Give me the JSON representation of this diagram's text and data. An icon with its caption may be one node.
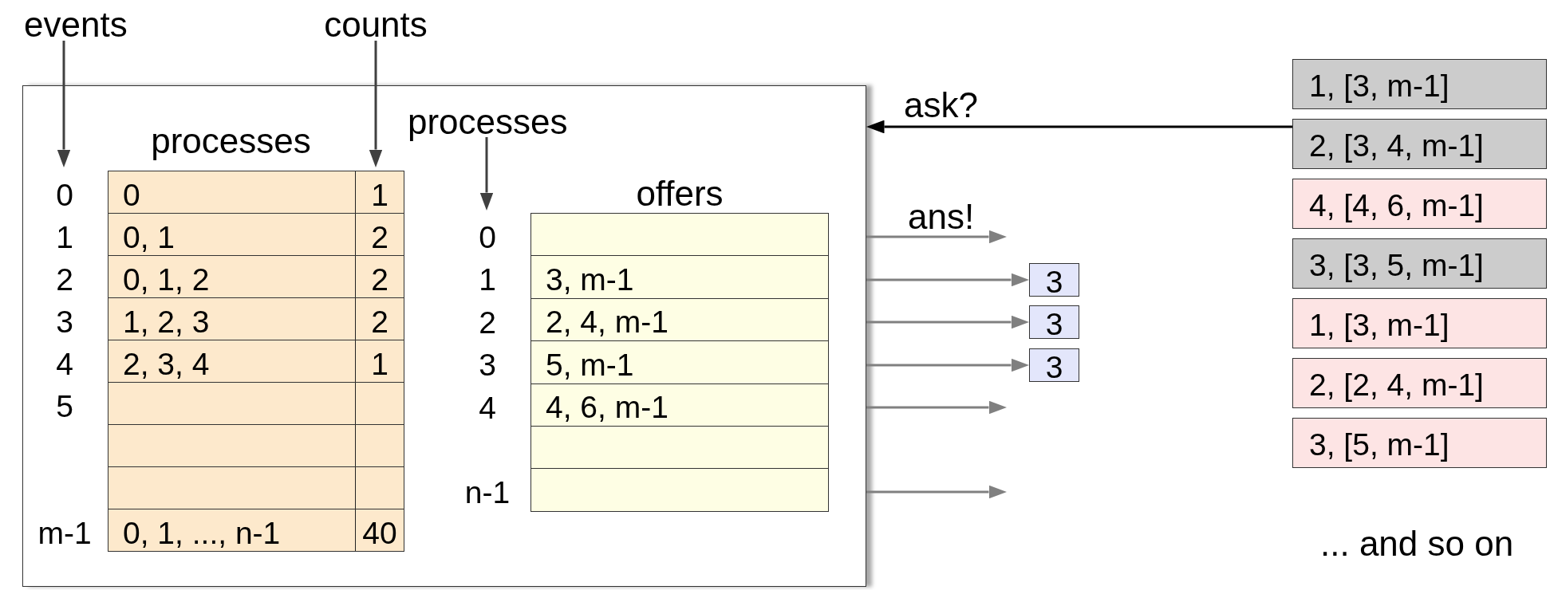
{
  "diagram": {
    "nodes": [
      {
        "text": [],
        "shape": "box"
      },
      {
        "text": [
          "events"
        ]
      },
      {
        "text": [
          "counts"
        ]
      },
      {
        "text": [
          "processes"
        ],
        "in": 0
      },
      {
        "text": [
          "0",
          "1"
        ],
        "in": 3,
        "beside": [
          "0"
        ]
      },
      {
        "text": [
          "0, 1",
          "2"
        ],
        "in": 3,
        "beside": [
          "1"
        ]
      },
      {
        "text": [
          "0, 1, 2",
          "2"
        ],
        "in": 3,
        "beside": [
          "2"
        ]
      },
      {
        "text": [
          "1, 2, 3",
          "2"
        ],
        "in": 3,
        "beside": [
          "3"
        ]
      },
      {
        "text": [
          "2, 3, 4",
          "1"
        ],
        "in": 3,
        "beside": [
          "4"
        ]
      },
      {
        "text": [],
        "shape": "box",
        "in": 3,
        "beside": [
          "5"
        ]
      },
      {
        "text": [],
        "shape": "box",
        "in": 3
      },
      {
        "text": [],
        "shape": "box",
        "in": 3
      },
      {
        "text": [
          "0, 1, ..., n-1",
          "40"
        ],
        "in": 3,
        "beside": [
          "m-1"
        ]
      },
      {
        "text": [
          "processes"
        ],
        "in": 0
      },
      {
        "text": [
          "offers"
        ],
        "in": 0
      },
      {
        "text": [],
        "shape": "box",
        "in": 14,
        "beside": [
          "0"
        ]
      },
      {
        "text": [
          "3, m-1"
        ],
        "in": 14,
        "beside": [
          "1"
        ]
      },
      {
        "text": [
          "2, 4, m-1"
        ],
        "in": 14,
        "beside": [
          "2"
        ]
      },
      {
        "text": [
          "5, m-1"
        ],
        "in": 14,
        "beside": [
          "3"
        ]
      },
      {
        "text": [
          "4, 6, m-1"
        ],
        "in": 14,
        "beside": [
          "4"
        ]
      },
      {
        "text": [],
        "shape": "box",
        "in": 14
      },
      {
        "text": [],
        "shape": "box",
        "in": 14,
        "beside": [
          "n-1"
        ]
      },
      {
        "text": [
          "3"
        ]
      },
      {
        "text": [
          "3"
        ]
      },
      {
        "text": [
          "3"
        ]
      },
      {
        "text": [
          "1, [3, m-1]"
        ]
      },
      {
        "text": [
          "2, [3, 4, m-1]"
        ]
      },
      {
        "text": [
          "4, [4, 6, m-1]"
        ]
      },
      {
        "text": [
          "3, [3, 5, m-1]"
        ]
      },
      {
        "text": [
          "1, [3, m-1]"
        ]
      },
      {
        "text": [
          "2, [2, 4, m-1]"
        ]
      },
      {
        "text": [
          "3, [5, m-1]"
        ]
      }
    ],
    "edges": [
      {
        "from": 1,
        "to": 3,
        "arrow": "to"
      },
      {
        "from": 2,
        "to": 3,
        "arrow": "to"
      },
      {
        "from": 13,
        "to": 14,
        "arrow": "to"
      },
      {
        "from": 26,
        "to": 0,
        "arrow": "to",
        "label": "ask?",
        "color": "#000000"
      },
      {
        "from": 0,
        "to": null,
        "arrow": "to",
        "label": "ans!",
        "color": "#808080"
      },
      {
        "from": 0,
        "to": 22,
        "arrow": "to",
        "color": "#808080"
      },
      {
        "from": 0,
        "to": 23,
        "arrow": "to",
        "color": "#808080"
      },
      {
        "from": 0,
        "to": 24,
        "arrow": "to",
        "color": "#808080"
      },
      {
        "from": 0,
        "to": null,
        "arrow": "to",
        "color": "#808080"
      },
      {
        "from": 0,
        "to": null,
        "arrow": "to",
        "color": "#808080"
      }
    ],
    "labels": [
      "... and so on"
    ]
  }
}
